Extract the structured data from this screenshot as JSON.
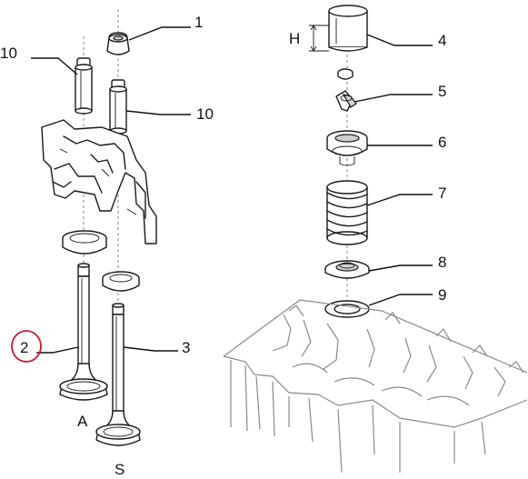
{
  "callouts": [
    {
      "id": "1",
      "text": "1"
    },
    {
      "id": "2",
      "text": "2"
    },
    {
      "id": "3",
      "text": "3"
    },
    {
      "id": "4",
      "text": "4"
    },
    {
      "id": "5",
      "text": "5"
    },
    {
      "id": "6",
      "text": "6"
    },
    {
      "id": "7",
      "text": "7"
    },
    {
      "id": "8",
      "text": "8"
    },
    {
      "id": "9",
      "text": "9"
    },
    {
      "id": "10a",
      "text": "10"
    },
    {
      "id": "10b",
      "text": "10"
    }
  ],
  "labels": {
    "height": "H",
    "intake": "A",
    "exhaust": "S"
  },
  "colors": {
    "ink": "#1a1a1a",
    "highlight": "#d0182a",
    "background": "#ffffff"
  }
}
